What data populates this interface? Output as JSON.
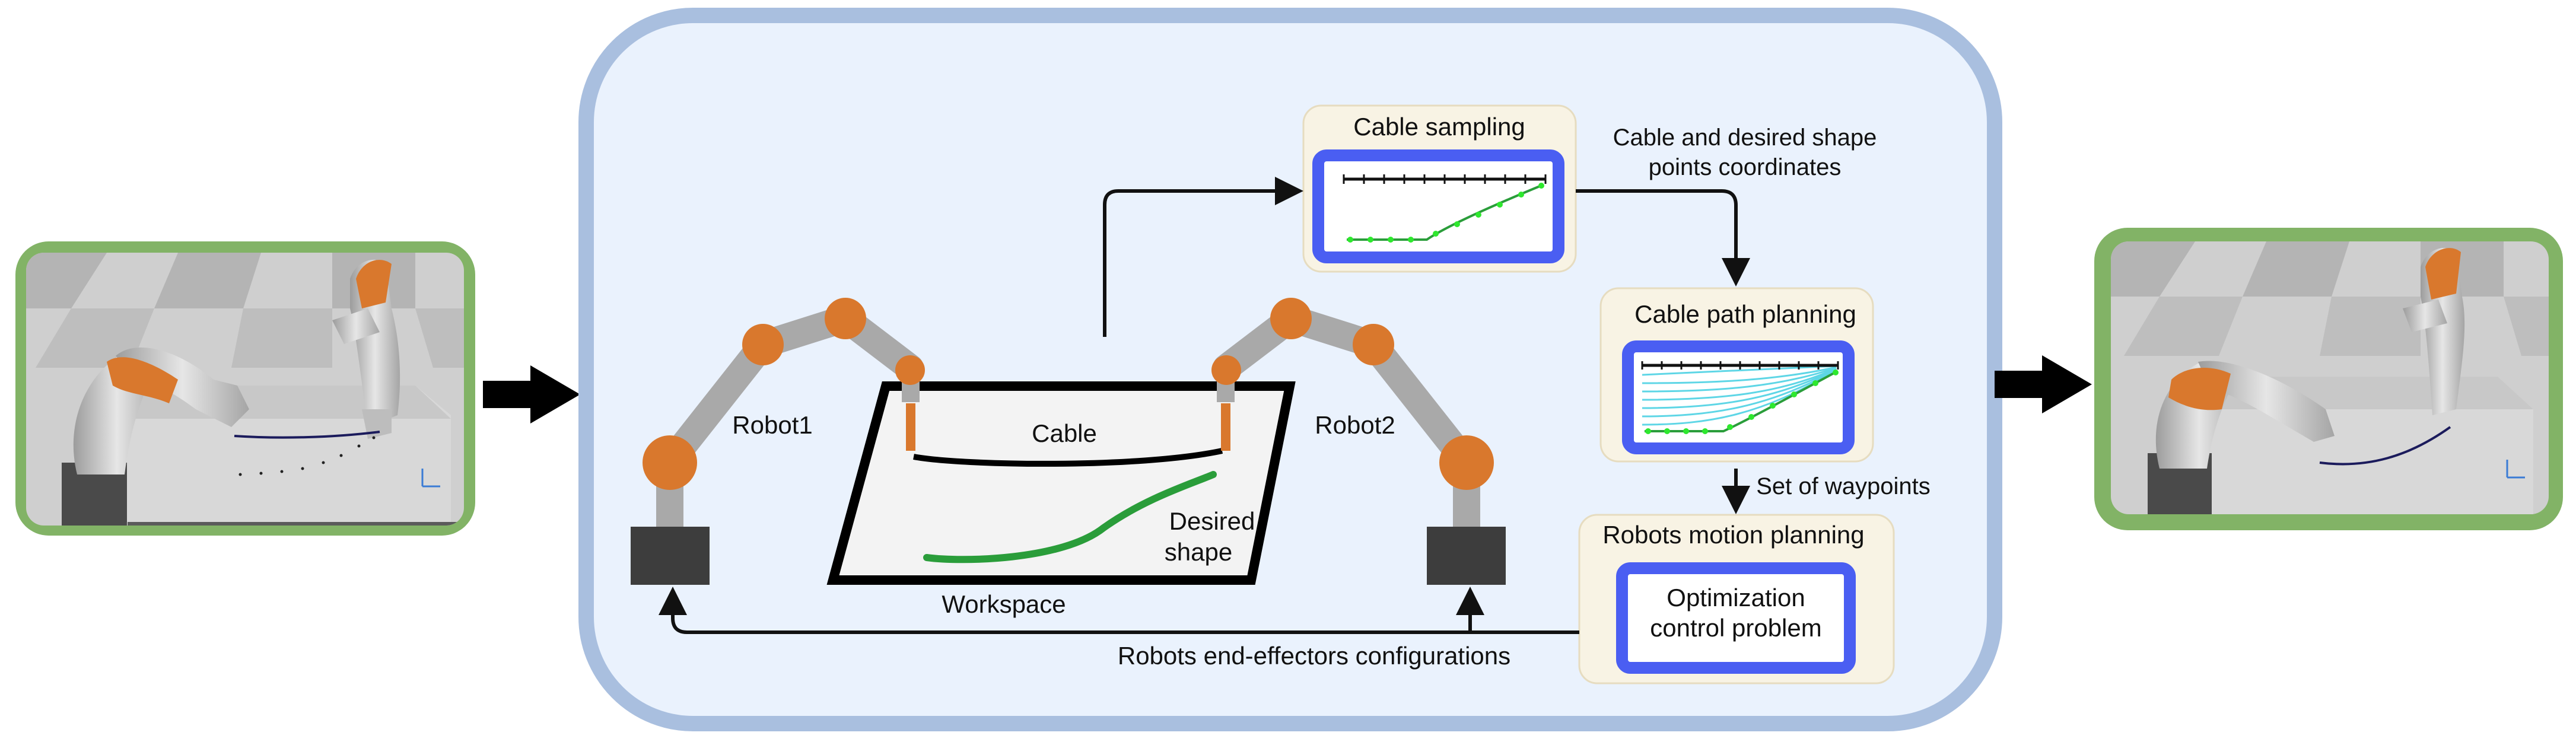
{
  "labels": {
    "cable_sampling": "Cable sampling",
    "coords_line1": "Cable and desired shape",
    "coords_line2": "points coordinates",
    "cable_path_planning": "Cable path planning",
    "set_of_waypoints": "Set of waypoints",
    "robots_motion_planning": "Robots motion planning",
    "ocp_line1": "Optimization",
    "ocp_line2": "control problem",
    "end_effectors": "Robots end-effectors configurations",
    "robot1": "Robot1",
    "robot2": "Robot2",
    "cable": "Cable",
    "desired_line1": "Desired",
    "desired_line2": "shape",
    "workspace": "Workspace"
  },
  "colors": {
    "sim_frame": "#82b366",
    "main_panel_border": "#a9bfdf",
    "main_panel_fill": "#eaf2fd",
    "module_fill": "#f8f3e4",
    "module_border": "#e6dcc0",
    "screen_border": "#4a5ef2",
    "robot_link": "#a9a9a9",
    "robot_joint": "#d9782d",
    "robot_base": "#3d3d3d",
    "desired_shape": "#2a9d3a",
    "path_lines": "#5ed6e6",
    "points": "#2ee82e"
  },
  "icons": {
    "left_sim": "simulation-screenshot-initial",
    "right_sim": "simulation-screenshot-final",
    "flow_arrows": "right-arrow-icon"
  }
}
